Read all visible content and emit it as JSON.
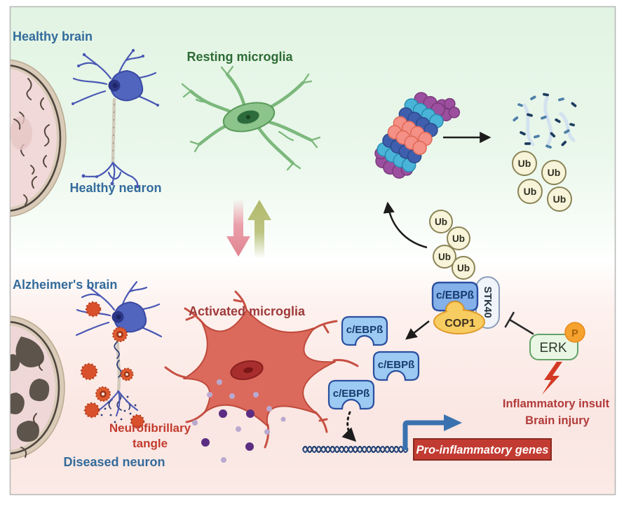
{
  "figure": {
    "healthy_section": {
      "title": "Healthy brain",
      "neuron_label": "Healthy neuron",
      "microglia_label": "Resting microglia"
    },
    "alzheimer_section": {
      "title": "Alzheimer's brain",
      "neuron_label": "Diseased neuron",
      "microglia_label": "Activated microglia",
      "tangle_line1": "Neurofibrillary",
      "tangle_line2": "tangle"
    },
    "molecules": {
      "ub": "Ub",
      "cebpb": "c/EBPß",
      "cop1": "COP1",
      "stk40": "STK40",
      "erk": "ERK",
      "phospho": "P"
    },
    "annotations": {
      "insult_line1": "Inflammatory insult",
      "insult_line2": "Brain injury",
      "genes_label": "Pro-inflammatory genes"
    },
    "colors": {
      "bg_green": "#e3f5e4",
      "bg_pink": "#fbe9e5",
      "blue_label": "#336b9b",
      "green_label": "#2d6b34",
      "darkred_label": "#9e3a3a",
      "red_text": "#b23a3a",
      "tangle_text": "#c33b2e",
      "genes_box": "#c23b32",
      "genes_box_border": "#8a2a1f",
      "ub_fill": "#f8f4da",
      "ub_border": "#8a8355",
      "cebpb_fill": "#84b1ea",
      "cebpb_free_fill": "#9ccaf2",
      "cebpb_border": "#2b4fa0",
      "cop1_fill": "#f7cc61",
      "cop1_border": "#e09a2a",
      "stk40_fill": "#f0f4fa",
      "stk40_border": "#8a9cb8",
      "erk_fill": "#e9f6e4",
      "erk_border": "#64a368",
      "phospho_fill": "#f6a22e",
      "transcription_arrow": "#3a72b0",
      "lightning_red": "#d33a24"
    }
  }
}
